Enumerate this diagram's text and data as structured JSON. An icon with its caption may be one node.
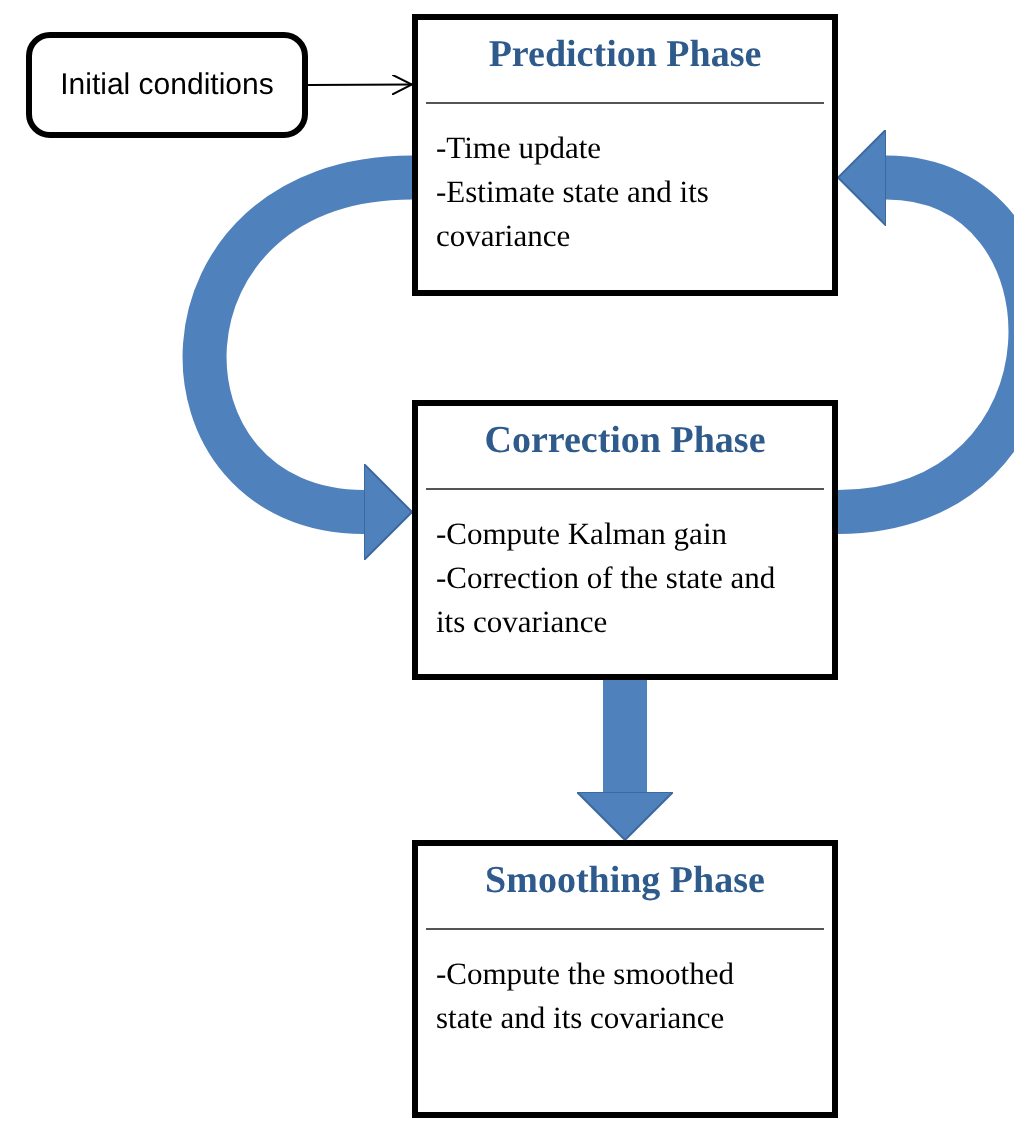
{
  "diagram": {
    "nodes": [
      {
        "text": [
          "Initial conditions"
        ]
      },
      {
        "text": [
          "Prediction Phase",
          "-Time update",
          "-Estimate state and its covariance"
        ]
      },
      {
        "text": [
          "Correction Phase",
          "-Compute Kalman gain",
          "-Correction of the state and its covariance"
        ]
      },
      {
        "text": [
          "Smoothing Phase",
          "-Compute the smoothed state and its covariance"
        ]
      }
    ],
    "edges": [
      {
        "from": 0,
        "to": 1,
        "arrow": "to",
        "color": "#000000"
      },
      {
        "from": 1,
        "to": 2,
        "arrow": "to"
      },
      {
        "from": 2,
        "to": 1,
        "arrow": "to"
      },
      {
        "from": 2,
        "to": 3,
        "arrow": "to"
      }
    ]
  }
}
